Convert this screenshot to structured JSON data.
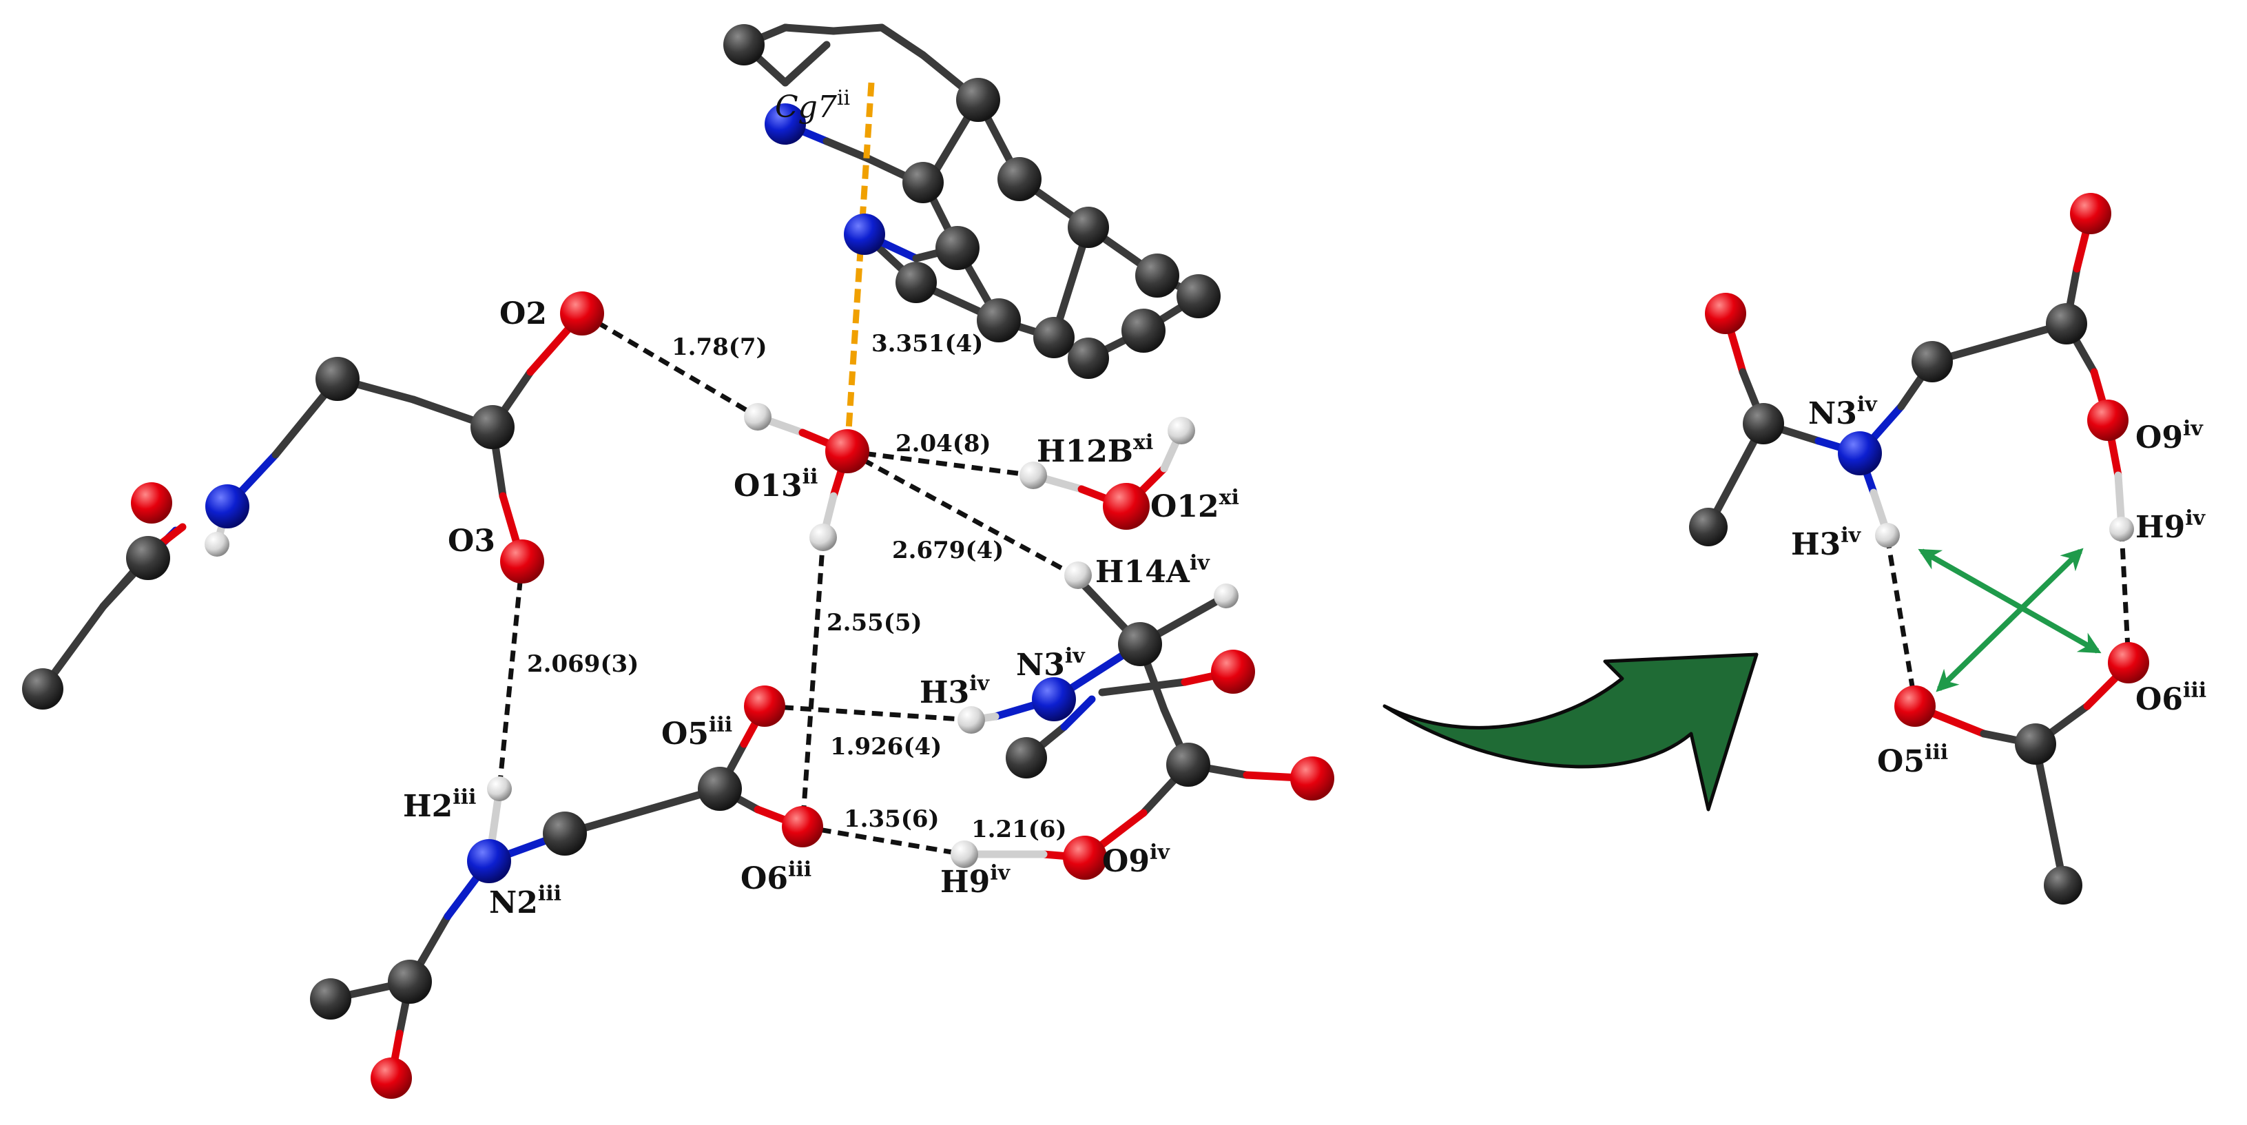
{
  "colors": {
    "carbon": "#2f2f2f",
    "oxygen": "#e0000b",
    "nitrogen": "#0a1dc8",
    "hydrogen": "#d9d9d9",
    "hbond": "#111111",
    "pi_contact": "#f0a000",
    "arrow_fill": "#1f6b35",
    "swap_arrows": "#1f9a4a"
  },
  "left_panel": {
    "atoms": {
      "O2": {
        "name": "O",
        "num": "2",
        "sym": ""
      },
      "O3": {
        "name": "O",
        "num": "3",
        "sym": ""
      },
      "O13": {
        "name": "O",
        "num": "13",
        "sym": "ii"
      },
      "H12B": {
        "name": "H",
        "num": "12B",
        "sym": "xi"
      },
      "O12": {
        "name": "O",
        "num": "12",
        "sym": "xi"
      },
      "H14A": {
        "name": "H",
        "num": "14A",
        "sym": "iv"
      },
      "N3": {
        "name": "N",
        "num": "3",
        "sym": "iv"
      },
      "H3": {
        "name": "H",
        "num": "3",
        "sym": "iv"
      },
      "O5": {
        "name": "O",
        "num": "5",
        "sym": "iii"
      },
      "H2": {
        "name": "H",
        "num": "2",
        "sym": "iii"
      },
      "N2": {
        "name": "N",
        "num": "2",
        "sym": "iii"
      },
      "O6": {
        "name": "O",
        "num": "6",
        "sym": "iii"
      },
      "H9": {
        "name": "H",
        "num": "9",
        "sym": "iv"
      },
      "O9": {
        "name": "O",
        "num": "9",
        "sym": "iv"
      },
      "Cg7": {
        "name": "Cg",
        "num": "7",
        "sym": "ii"
      }
    },
    "distances": {
      "O2_H": "1.78(7)",
      "Cg7_O13": "3.351(4)",
      "O13_H12B": "2.04(8)",
      "O13_H14A": "2.679(4)",
      "O3_H2": "2.069(3)",
      "H_O6": "2.55(5)",
      "O5_H3": "1.926(4)",
      "O6_H": "1.35(6)",
      "H9_O9": "1.21(6)"
    }
  },
  "right_panel": {
    "atoms": {
      "N3": {
        "name": "N",
        "num": "3",
        "sym": "iv"
      },
      "O9": {
        "name": "O",
        "num": "9",
        "sym": "iv"
      },
      "H3": {
        "name": "H",
        "num": "3",
        "sym": "iv"
      },
      "H9": {
        "name": "H",
        "num": "9",
        "sym": "iv"
      },
      "O6": {
        "name": "O",
        "num": "6",
        "sym": "iii"
      },
      "O5": {
        "name": "O",
        "num": "5",
        "sym": "iii"
      }
    }
  }
}
